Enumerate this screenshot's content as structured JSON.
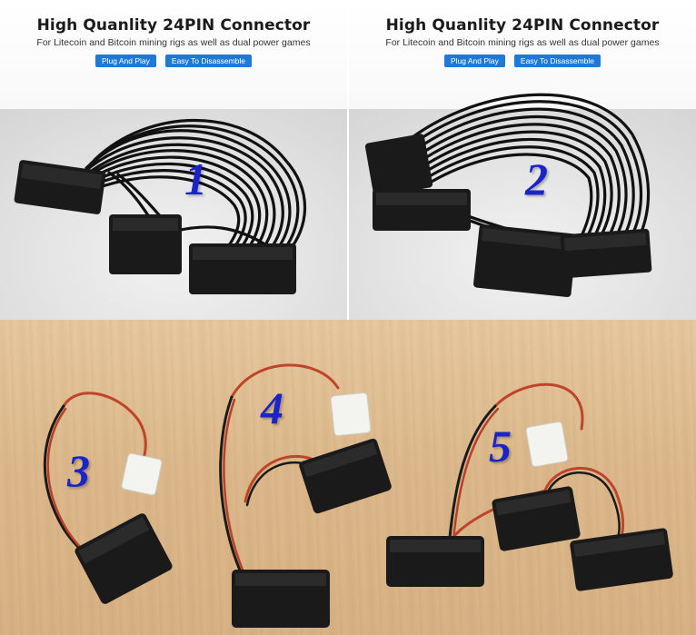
{
  "panels": {
    "top_left": {
      "title": "High Quanlity 24PIN Connector",
      "subtitle": "For Litecoin and Bitcoin mining rigs as well as dual power games",
      "badges": [
        "Plug And Play",
        "Easy To Disassemble"
      ],
      "number": "1"
    },
    "top_right": {
      "title": "High Quanlity 24PIN Connector",
      "subtitle": "For Litecoin and Bitcoin mining rigs as well as dual power games",
      "badges": [
        "Plug And Play",
        "Easy To Disassemble"
      ],
      "number": "2"
    },
    "bottom": {
      "numbers": [
        "3",
        "4",
        "5"
      ]
    }
  },
  "colors": {
    "badge": "#1e7ad6",
    "number": "#1a24c8",
    "cable": "#111111",
    "connector": "#1a1a1a",
    "wire_red": "#c0442a",
    "molex": "#f3f3ef"
  }
}
